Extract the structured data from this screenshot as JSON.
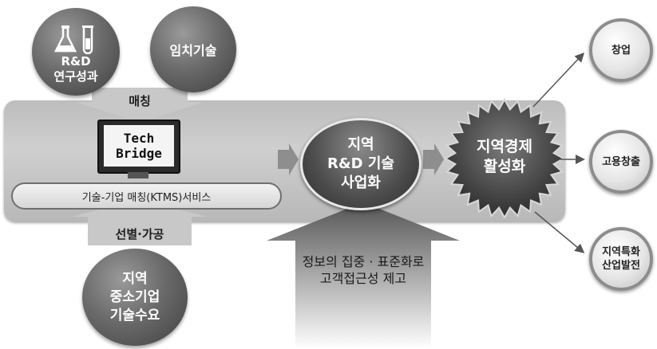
{
  "circles": {
    "rd_results": [
      "R&D",
      "연구성과"
    ],
    "idle_tech": "임치기술",
    "regional_demand": [
      "지역",
      "중소기업",
      "기술수요"
    ]
  },
  "labels": {
    "matching": "매칭",
    "selection": "선별·가공"
  },
  "monitor": {
    "line1": "Tech",
    "line2": "Bridge"
  },
  "service_bar": "기술-기업 매칭(KTMS)서비스",
  "center": [
    "지역",
    "R&D 기술",
    "사업화"
  ],
  "star": [
    "지역경제",
    "활성화"
  ],
  "bottom_arrow": [
    "정보의 집중 · 표준화로",
    "고객접근성 제고"
  ],
  "outcomes": [
    {
      "label": [
        "창업"
      ]
    },
    {
      "label": [
        "고용창출"
      ]
    },
    {
      "label": [
        "지역특화",
        "산업발전"
      ]
    }
  ]
}
